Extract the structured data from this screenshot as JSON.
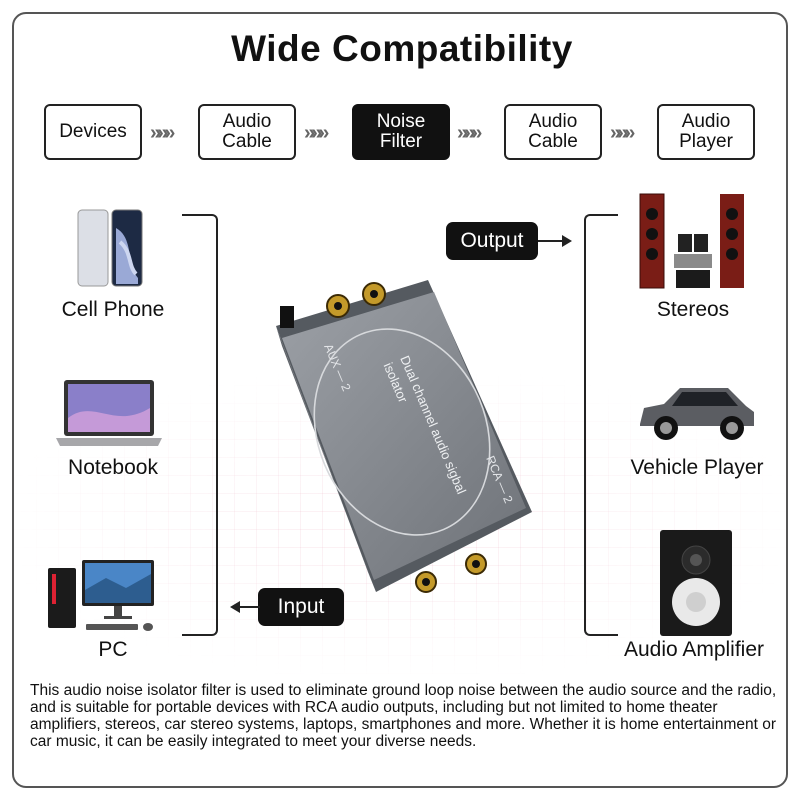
{
  "title": "Wide Compatibility",
  "flow": {
    "steps": [
      "Devices",
      "Audio\nCable",
      "Noise\nFilter",
      "Audio\nCable",
      "Audio\nPlayer"
    ],
    "separator": "»»»"
  },
  "left_devices": [
    "Cell Phone",
    "Notebook",
    "PC"
  ],
  "right_devices": [
    "Stereos",
    "Vehicle Player",
    "Audio Amplifier"
  ],
  "output_label": "Output",
  "input_label": "Input",
  "device_text": {
    "left_port": "AUX — 2",
    "main": "Dual channel audio sigbal isolator",
    "right_port": "RCA — 2"
  },
  "description": "This audio noise isolator filter is used to eliminate ground loop noise between the audio source and the radio, and is suitable for portable devices with RCA audio outputs, including but not limited to home theater amplifiers, stereos, car stereo systems, laptops, smartphones and more. Whether it is home entertainment or car music, it can be easily integrated to meet your diverse needs."
}
